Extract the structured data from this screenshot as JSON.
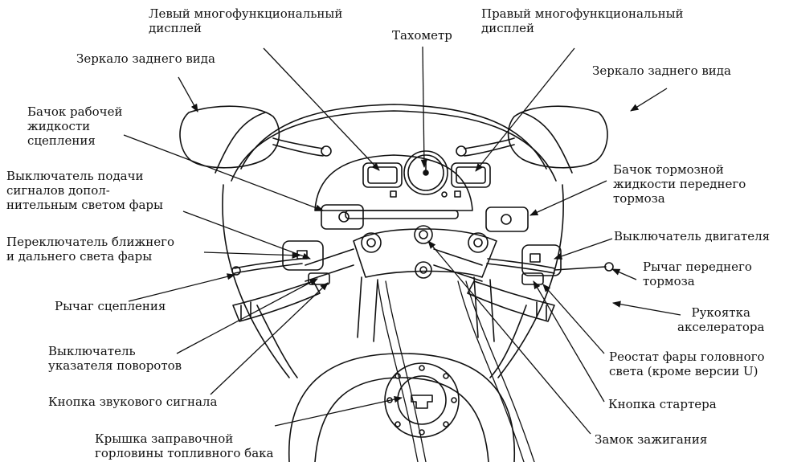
{
  "labels": {
    "left_display": "Левый многофункциональный\nдисплей",
    "tachometer": "Тахометр",
    "right_display": "Правый многофункциональный\nдисплей",
    "mirror_left": "Зеркало заднего вида",
    "mirror_right": "Зеркало заднего вида",
    "clutch_reservoir": "Бачок рабочей\nжидкости\nсцепления",
    "passing_switch": "Выключатель подачи\nсигналов допол-\nнительным светом фары",
    "dimmer_switch": "Переключатель ближнего\nи дальнего света фары",
    "clutch_lever": "Рычаг сцепления",
    "turn_signal_switch": "Выключатель\nуказателя поворотов",
    "horn_button": "Кнопка звукового сигнала",
    "fuel_cap": "Крышка заправочной\nгорловины топливного бака",
    "brake_reservoir": "Бачок тормозной\nжидкости переднего\nтормоза",
    "engine_stop_switch": "Выключатель двигателя",
    "front_brake_lever": "Рычаг переднего\nтормоза",
    "throttle_grip": "Рукоятка\nакселератора",
    "headlight_rheostat": "Реостат фары головного\nсвета (кроме версии U)",
    "starter_button": "Кнопка стартера",
    "ignition_switch": "Замок зажигания"
  }
}
